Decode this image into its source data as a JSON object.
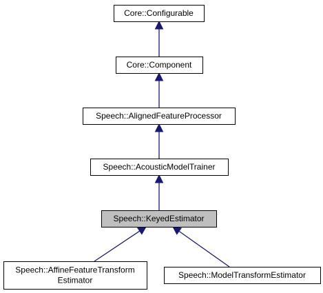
{
  "nodes": [
    {
      "id": "configurable",
      "lines": [
        "Core::Configurable"
      ],
      "highlighted": false
    },
    {
      "id": "component",
      "lines": [
        "Core::Component"
      ],
      "highlighted": false
    },
    {
      "id": "aligned",
      "lines": [
        "Speech::AlignedFeatureProcessor"
      ],
      "highlighted": false
    },
    {
      "id": "acoustic",
      "lines": [
        "Speech::AcousticModelTrainer"
      ],
      "highlighted": false
    },
    {
      "id": "keyed",
      "lines": [
        "Speech::KeyedEstimator"
      ],
      "highlighted": true
    },
    {
      "id": "affine",
      "lines": [
        "Speech::AffineFeatureTransform",
        "Estimator"
      ],
      "highlighted": false
    },
    {
      "id": "modeltransform",
      "lines": [
        "Speech::ModelTransformEstimator"
      ],
      "highlighted": false
    }
  ],
  "edges": [
    {
      "from": "component",
      "to": "configurable"
    },
    {
      "from": "aligned",
      "to": "component"
    },
    {
      "from": "acoustic",
      "to": "aligned"
    },
    {
      "from": "keyed",
      "to": "acoustic"
    },
    {
      "from": "affine",
      "to": "keyed"
    },
    {
      "from": "modeltransform",
      "to": "keyed"
    }
  ],
  "colors": {
    "node_fill": "#ffffff",
    "node_highlight_fill": "#bfbfbf",
    "node_border": "#000000",
    "edge": "#191970"
  }
}
